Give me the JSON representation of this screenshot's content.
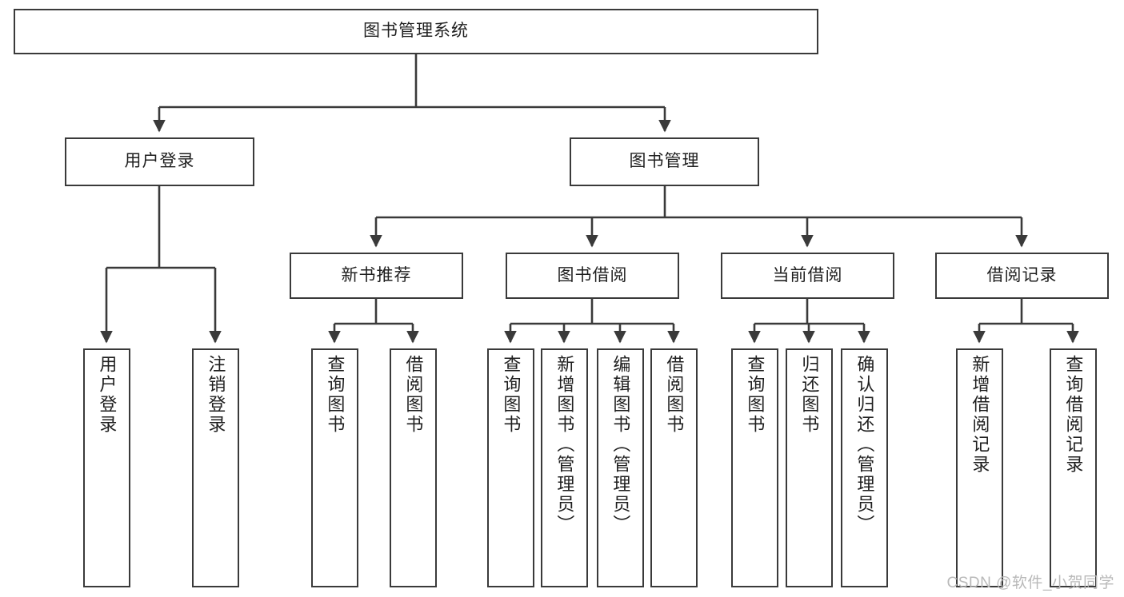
{
  "diagram": {
    "title": "图书管理系统",
    "type": "tree",
    "root": {
      "id": "root",
      "label": "图书管理系统"
    },
    "level1": [
      {
        "id": "user-login",
        "label": "用户登录"
      },
      {
        "id": "book-manage",
        "label": "图书管理"
      }
    ],
    "level2": [
      {
        "id": "new-book-rec",
        "label": "新书推荐",
        "parent": "book-manage"
      },
      {
        "id": "book-borrow",
        "label": "图书借阅",
        "parent": "book-manage"
      },
      {
        "id": "current-borrow",
        "label": "当前借阅",
        "parent": "book-manage"
      },
      {
        "id": "borrow-record",
        "label": "借阅记录",
        "parent": "book-manage"
      }
    ],
    "leaves": [
      {
        "id": "leaf-user-login",
        "label": "用户登录",
        "parent": "user-login"
      },
      {
        "id": "leaf-user-logout",
        "label": "注销登录",
        "parent": "user-login"
      },
      {
        "id": "leaf-rec-query",
        "label": "查询图书",
        "parent": "new-book-rec"
      },
      {
        "id": "leaf-rec-borrow",
        "label": "借阅图书",
        "parent": "new-book-rec"
      },
      {
        "id": "leaf-borrow-query",
        "label": "查询图书",
        "parent": "book-borrow"
      },
      {
        "id": "leaf-borrow-add",
        "label": "新增图书（管理员）",
        "parent": "book-borrow"
      },
      {
        "id": "leaf-borrow-edit",
        "label": "编辑图书（管理员）",
        "parent": "book-borrow"
      },
      {
        "id": "leaf-borrow-do",
        "label": "借阅图书",
        "parent": "book-borrow"
      },
      {
        "id": "leaf-cur-query",
        "label": "查询图书",
        "parent": "current-borrow"
      },
      {
        "id": "leaf-cur-return",
        "label": "归还图书",
        "parent": "current-borrow"
      },
      {
        "id": "leaf-cur-confirm",
        "label": "确认归还（管理员）",
        "parent": "current-borrow"
      },
      {
        "id": "leaf-rec-add",
        "label": "新增借阅记录",
        "parent": "borrow-record"
      },
      {
        "id": "leaf-rec-query-record",
        "label": "查询借阅记录",
        "parent": "borrow-record"
      }
    ],
    "colors": {
      "border": "#3a3a3a",
      "background": "#ffffff",
      "text": "#1f1f1f",
      "connector": "#3a3a3a",
      "watermark": "#b9b9b9"
    }
  },
  "watermark": {
    "text": "CSDN @软件_小贺同学"
  }
}
